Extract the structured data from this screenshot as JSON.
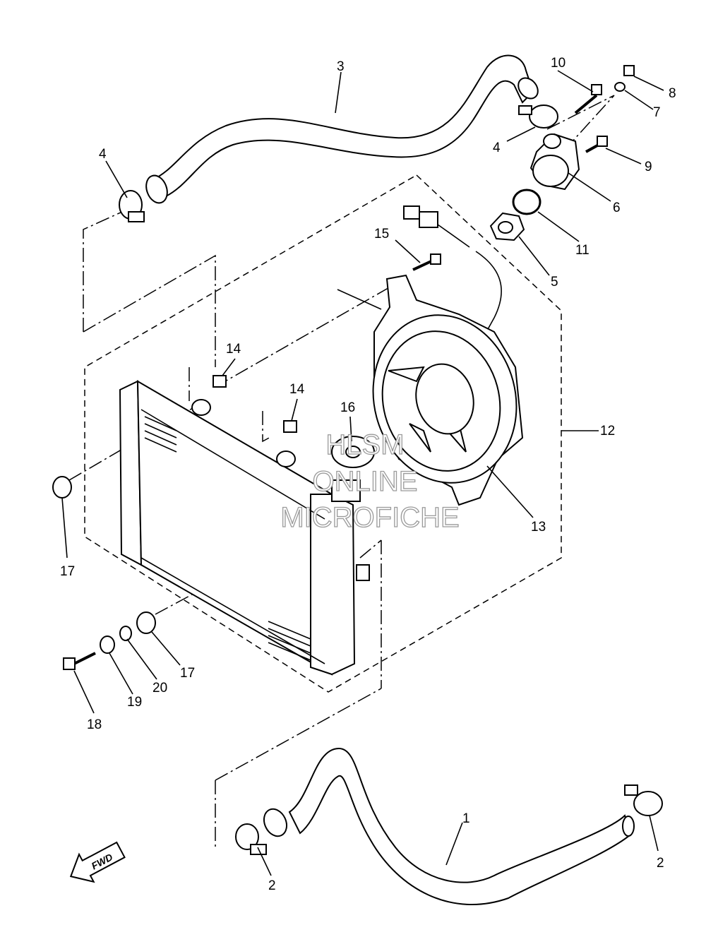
{
  "callouts": {
    "c1": "1",
    "c2a": "2",
    "c2b": "2",
    "c3": "3",
    "c4a": "4",
    "c4b": "4",
    "c5": "5",
    "c6": "6",
    "c7": "7",
    "c8": "8",
    "c9": "9",
    "c10": "10",
    "c11": "11",
    "c12": "12",
    "c13": "13",
    "c14a": "14",
    "c14b": "14",
    "c15": "15",
    "c16": "16",
    "c17a": "17",
    "c17b": "17",
    "c18": "18",
    "c19": "19",
    "c20": "20"
  },
  "direction_label": "FWD",
  "watermark": {
    "line1": "HLSM",
    "line2": "ONLINE",
    "line3": "MICROFICHE"
  }
}
